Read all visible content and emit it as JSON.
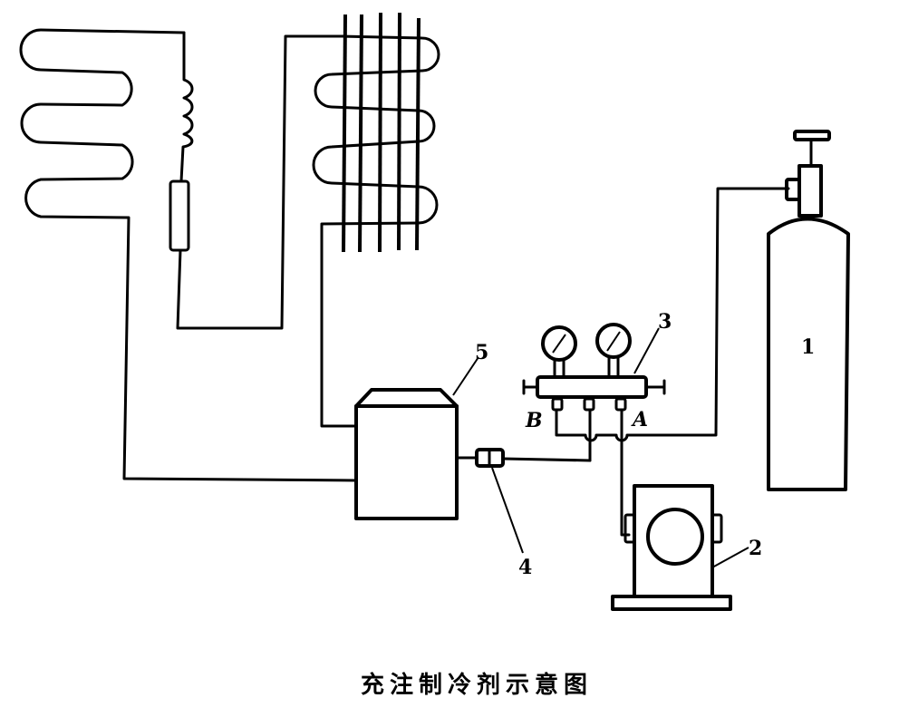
{
  "caption": "充注制冷剂示意图",
  "labels": {
    "cylinder": "1",
    "vacuum_pump": "2",
    "manifold_gauge": "3",
    "connector": "4",
    "compressor": "5",
    "port_a": "A",
    "port_b": "B"
  }
}
